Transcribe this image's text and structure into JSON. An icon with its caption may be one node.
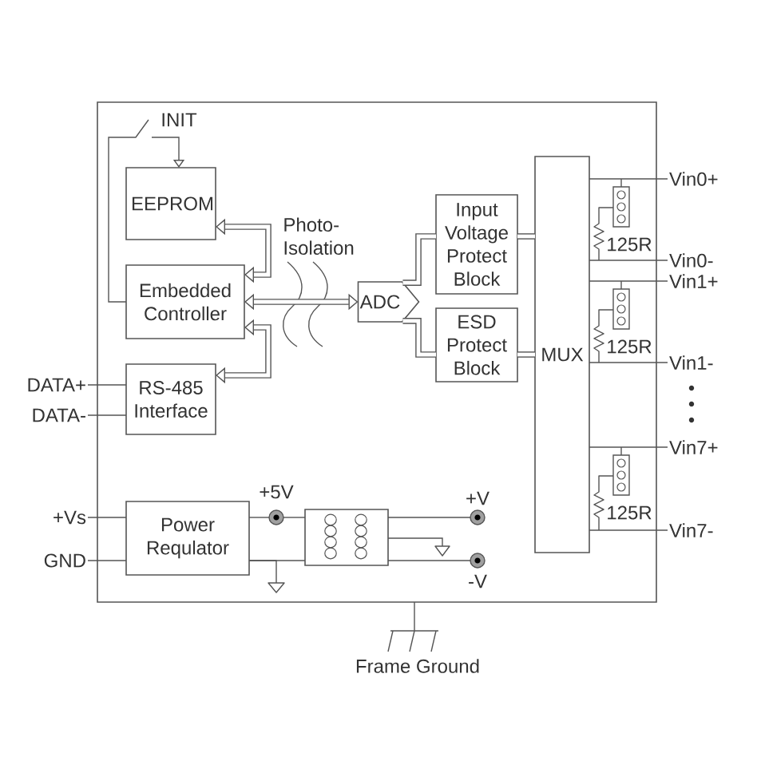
{
  "diagram": {
    "nodes": [
      {
        "text": [],
        "shape": "box"
      },
      {
        "text": [
          "EEPROM"
        ],
        "in": 0
      },
      {
        "text": [
          "Embedded Controller"
        ],
        "in": 0
      },
      {
        "text": [
          "RS-485 Interface"
        ],
        "in": 0
      },
      {
        "text": [
          "ADC"
        ],
        "in": 0
      },
      {
        "text": [
          "Input Voltage Protect Block"
        ],
        "in": 0
      },
      {
        "text": [
          "ESD Protect Block"
        ],
        "in": 0
      },
      {
        "text": [
          "MUX"
        ],
        "in": 0
      },
      {
        "text": [
          "Vin0+"
        ]
      },
      {
        "text": [
          "Vin0-"
        ]
      },
      {
        "text": [
          "Vin1+"
        ]
      },
      {
        "text": [
          "Vin1-"
        ]
      },
      {
        "text": [
          "Vin7+"
        ]
      },
      {
        "text": [
          "Vin7-"
        ]
      },
      {
        "text": [
          "DATA+"
        ]
      },
      {
        "text": [
          "DATA-"
        ]
      },
      {
        "text": [
          "Power Requlator"
        ],
        "in": 0
      },
      {
        "text": [
          "+Vs"
        ]
      },
      {
        "text": [
          "GND"
        ]
      },
      {
        "text": [
          "+5V"
        ],
        "in": 0
      },
      {
        "text": [],
        "shape": "box",
        "in": 0
      },
      {
        "text": [],
        "shape": "ground",
        "in": 0
      },
      {
        "text": [
          "+V"
        ],
        "in": 0
      },
      {
        "text": [
          "-V"
        ],
        "in": 0
      },
      {
        "text": [],
        "shape": "ground",
        "in": 0
      },
      {
        "text": [
          "Frame Ground"
        ]
      }
    ],
    "edges": [
      {
        "from": 2,
        "to": 1,
        "arrow": "to",
        "label": "INIT"
      },
      {
        "from": 1,
        "to": 2,
        "arrow": "both",
        "style": "thick"
      },
      {
        "from": 2,
        "to": 4,
        "arrow": "both",
        "style": "thick"
      },
      {
        "from": 2,
        "to": 3,
        "arrow": "both",
        "style": "thick"
      },
      {
        "from": 4,
        "to": 5,
        "arrow": "none",
        "style": "thick"
      },
      {
        "from": 4,
        "to": 6,
        "arrow": "none",
        "style": "thick"
      },
      {
        "from": 5,
        "to": 7,
        "arrow": "none",
        "style": "thick"
      },
      {
        "from": 6,
        "to": 7,
        "arrow": "none",
        "style": "thick"
      },
      {
        "from": 7,
        "to": 8,
        "arrow": "none"
      },
      {
        "from": 7,
        "to": 9,
        "arrow": "none"
      },
      {
        "from": 7,
        "to": 10,
        "arrow": "none"
      },
      {
        "from": 7,
        "to": 11,
        "arrow": "none"
      },
      {
        "from": 7,
        "to": 12,
        "arrow": "none"
      },
      {
        "from": 7,
        "to": 13,
        "arrow": "none"
      },
      {
        "from": 14,
        "to": 3,
        "arrow": "none"
      },
      {
        "from": 15,
        "to": 3,
        "arrow": "none"
      },
      {
        "from": 17,
        "to": 16,
        "arrow": "none"
      },
      {
        "from": 18,
        "to": 16,
        "arrow": "none"
      },
      {
        "from": 16,
        "to": 19,
        "arrow": "none"
      },
      {
        "from": 19,
        "to": 20,
        "arrow": "none"
      },
      {
        "from": 16,
        "to": 20,
        "arrow": "none"
      },
      {
        "from": 16,
        "to": 21,
        "arrow": "none"
      },
      {
        "from": 20,
        "to": 22,
        "arrow": "none"
      },
      {
        "from": 20,
        "to": 23,
        "arrow": "none"
      },
      {
        "from": 20,
        "to": 24,
        "arrow": "none"
      },
      {
        "from": 0,
        "to": 25,
        "arrow": "none"
      }
    ],
    "labels": [
      "Photo- Isolation",
      "125R",
      "125R",
      "125R"
    ]
  }
}
